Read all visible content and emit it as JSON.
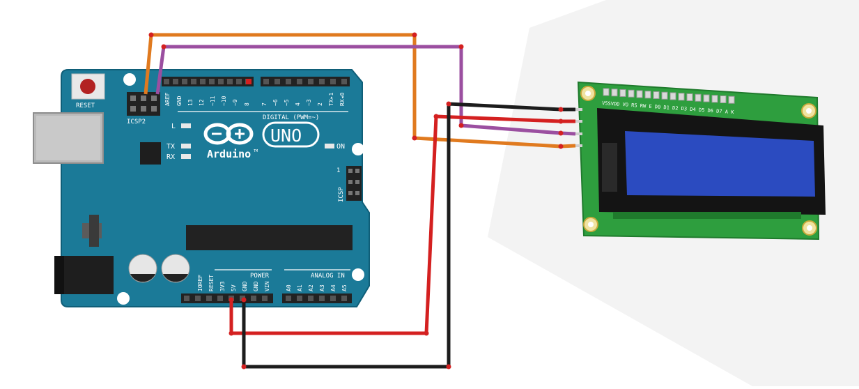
{
  "board": {
    "reset_label": "RESET",
    "icsp2_label": "ICSP2",
    "icsp_label": "ICSP",
    "icsp_pin1": "1",
    "l_label": "L",
    "tx_label": "TX",
    "rx_label": "RX",
    "on_label": "ON",
    "logo_text": "Arduino",
    "logo_tm": "TM",
    "uno_label": "UNO",
    "digital_label": "DIGITAL (PWM=~)",
    "digital_pins": [
      "AREF",
      "GND",
      "13",
      "12",
      "~11",
      "~10",
      "~9",
      "8",
      "7",
      "~6",
      "~5",
      "4",
      "~3",
      "2",
      "TX▸1",
      "RX◂0"
    ],
    "power_label": "POWER",
    "power_pins": [
      "IOREF",
      "RESET",
      "3V3",
      "5V",
      "GND",
      "GND",
      "VIN"
    ],
    "analog_label": "ANALOG IN",
    "analog_pins": [
      "A0",
      "A1",
      "A2",
      "A3",
      "A4",
      "A5"
    ]
  },
  "lcd": {
    "pin_labels": [
      "VSS",
      "VDD",
      "VO",
      "RS",
      "RW",
      "E",
      "D0",
      "D1",
      "D2",
      "D3",
      "D4",
      "D5",
      "D6",
      "D7",
      "A",
      "K"
    ],
    "pin_header_text": "VSSVDD VO RS RW E D0 D1 D2 D3 D4 D5 D6 D7 A K"
  },
  "wires": [
    {
      "name": "wire-scl",
      "color": "#e07a1f"
    },
    {
      "name": "wire-sda",
      "color": "#9b4fa0"
    },
    {
      "name": "wire-5v",
      "color": "#d42020"
    },
    {
      "name": "wire-gnd",
      "color": "#1c1c1c"
    }
  ],
  "colors": {
    "board": "#1b7a98",
    "board_edge": "#0f5e78",
    "pcb": "#2e9e3e",
    "lcd_screen": "#2b4bc0",
    "header": "#222222"
  }
}
